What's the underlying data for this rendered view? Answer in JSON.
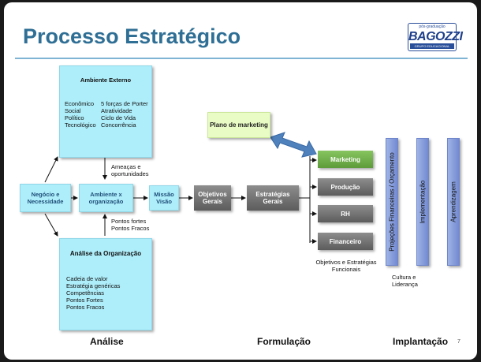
{
  "title": "Processo Estratégico",
  "logo": {
    "top": "pós-graduação",
    "main": "BAGOZZI",
    "bar": "GRUPO EDUCACIONAL"
  },
  "external_env": {
    "heading": "Ambiente Externo",
    "left": [
      "Econômico",
      "Social",
      "Político",
      "Tecnológico"
    ],
    "right": [
      "5 forças de Porter",
      "Atratividade",
      "Ciclo de Vida",
      "Concorrência"
    ]
  },
  "org_analysis": {
    "heading": "Análise da Organização",
    "items": [
      "Cadeia de valor",
      "Estratégia genéricas",
      "Competências",
      "Pontos Fortes",
      "Pontos Fracos"
    ]
  },
  "threats_label": "Ameaças e oportunidades",
  "strengths_label": "Pontos fortes Pontos Fracos",
  "nodes": {
    "negocio": "Negócio e Necessidade",
    "ambiente_org": "Ambiente x organização",
    "missao": "Missão Visão",
    "objetivos": "Objetivos Gerais",
    "estrategias": "Estratégias Gerais"
  },
  "plano": "Plano de marketing",
  "functions": [
    "Marketing",
    "Produção",
    "RH",
    "Financeiro"
  ],
  "functional_label": "Objetivos e Estratégias Funcionais",
  "vertical_bars": [
    "Projeções Financeiras / Orçamento",
    "Implementação",
    "Aprendizagem"
  ],
  "culture_label": "Cultura e Liderança",
  "footer": {
    "analise": "Análise",
    "formulacao": "Formulação",
    "implantacao": "Implantação",
    "page": "7"
  }
}
